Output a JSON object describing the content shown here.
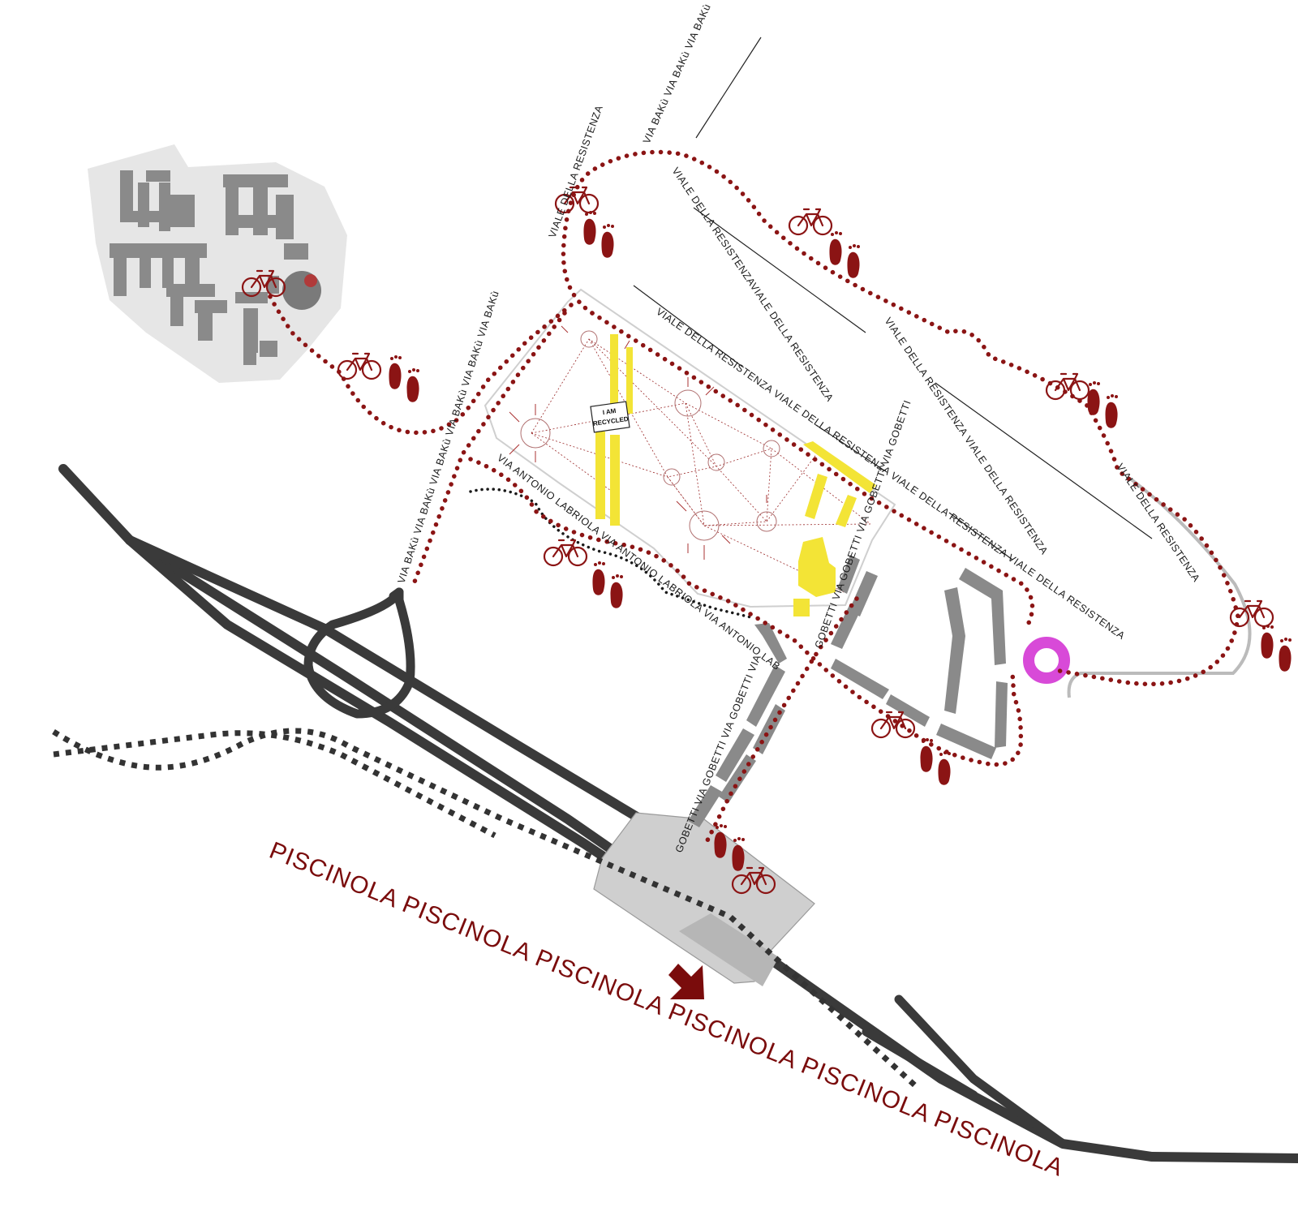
{
  "streets": {
    "viale_top": "VIALE DELLA RESISTENZA",
    "via_baku_top": "VIA BAKù VIA BAKù VIA BAKù",
    "viale_right_1": "VIALE DELLA RESISTENZAVIALE DELLA RESISTENZA",
    "viale_right_2": "VIALE DELLA RESISTENZA VIALE DELLA RESISTENZA",
    "viale_right_3": "VIALE DELLA RESISTENZA",
    "via_baku_left": "VIA BAKù VIA BAKù VIA BAKù VIA BAKù VIA BAKù VIA BAKù",
    "viale_center": "VIALE DELLA RESISTENZA VIALE DELLA RESISTENZA VIALE DELLA RESISTENZA VIALE DELLA RESISTENZA",
    "via_labriola": "VIA ANTONIO LABRIOLA VIA ANTONIO LABRIOLA VIA ANTONIO LAB",
    "via_gobetti_right": "GOBETTI VIA GOBETTI VIA GOBETTI VIA GOBETTI",
    "via_gobetti_left": "GOBETTI VIA GOBETTI VIA GOBETTI VIA"
  },
  "district": {
    "name_line": "PISCINOLA PISCINOLA PISCINOLA PISCINOLA PISCINOLA PISCINOLA"
  },
  "signboard": {
    "line1": "I AM",
    "line2": "RECYCLED"
  },
  "colors": {
    "trail": "#8b1414",
    "park_features": "#f3e436",
    "roundabout_marker": "#d84ad8",
    "rail": "#3a3a3a"
  },
  "icons": [
    "bicycle-icon",
    "footprints-icon",
    "direction-arrow-icon"
  ]
}
